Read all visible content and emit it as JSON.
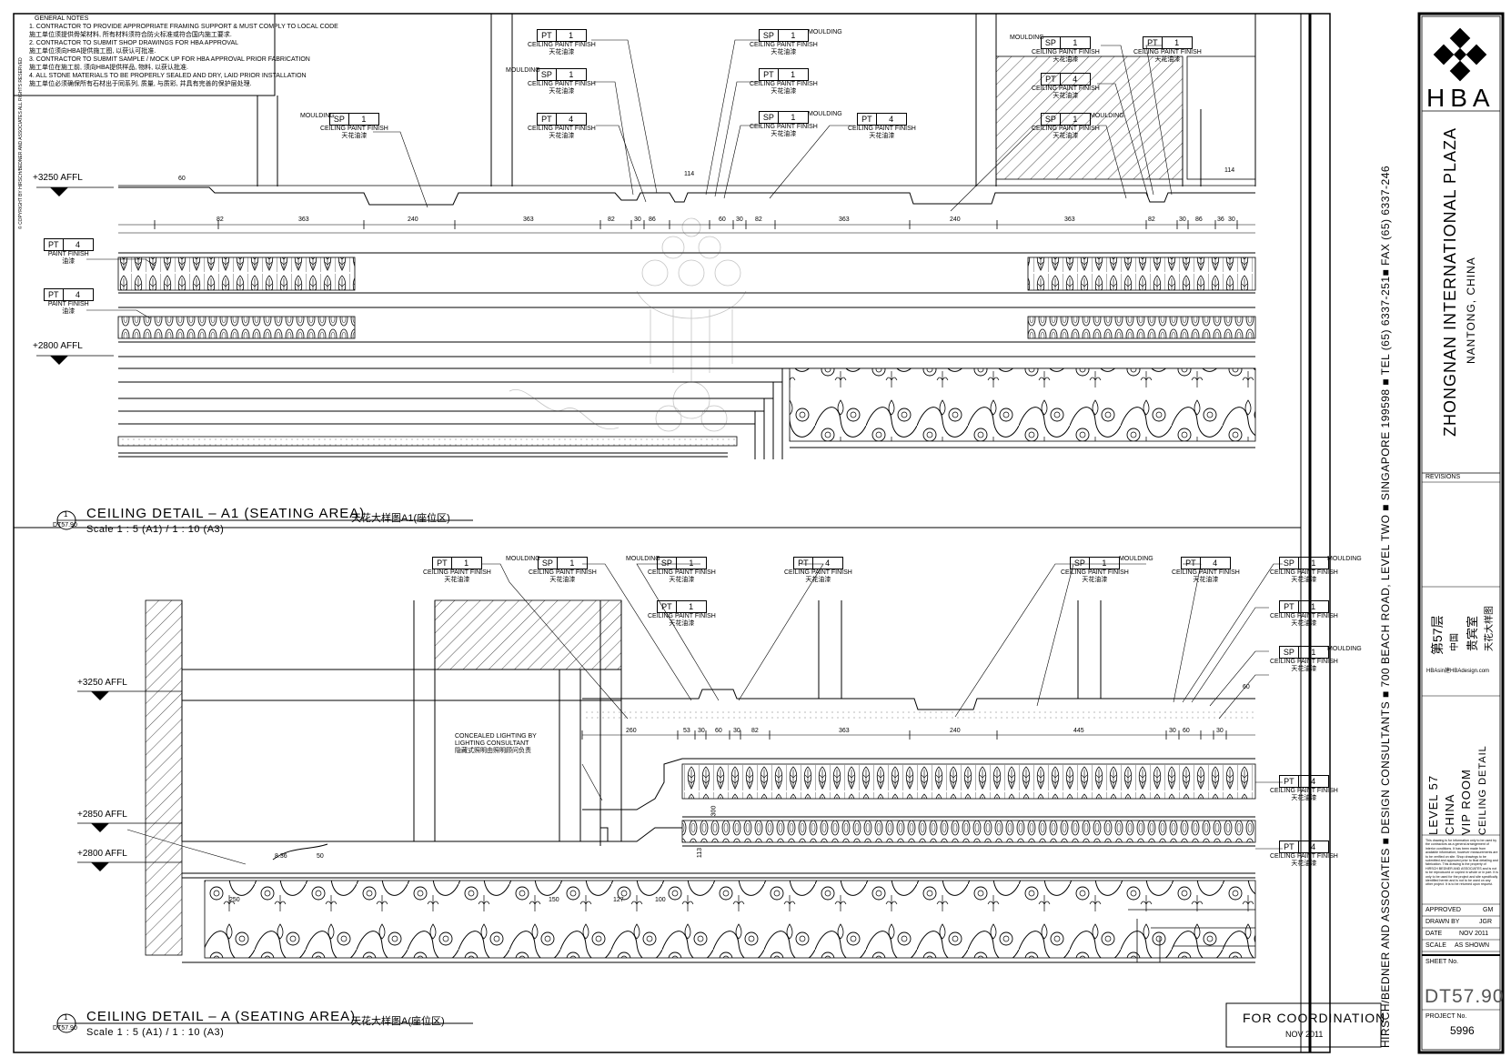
{
  "general_notes": {
    "heading": "GENERAL NOTES",
    "lines": [
      "1.  CONTRACTOR TO PROVIDE APPROPRIATE FRAMING SUPPORT & MUST COMPLY TO LOCAL CODE",
      "施工单位须提供骨架材料, 所有材料须符合防火标准或符合国内施工要求.",
      "2.  CONTRACTOR TO SUBMIT SHOP DRAWINGS FOR HBA APPROVAL",
      "施工单位须向HBA提供施工图, 以获认可批准.",
      "3.  CONTRACTOR TO SUBMIT SAMPLE / MOCK UP FOR HBA APPROVAL PRIOR FABRICATION",
      "施工单位在施工前, 须向HBA提供样品, 物料, 以获认批准.",
      "4.  ALL STONE MATERIALS TO BE PROPERLY SEALED AND DRY, LAID PRIOR INSTALLATION",
      "施工单位必须确保所有石材出于同系列, 质量, 与质彩, 并具有完善的保护层处理."
    ]
  },
  "copyright": "© COPYRIGHT BY HIRSCH/BEDNER AND ASSOCIATES ALL RIGHTS RESERVED",
  "details": [
    {
      "number": "1",
      "sheet_ref": "DT57.90",
      "title": "CEILING DETAIL  –  A1 (SEATING AREA)",
      "title_cn": "天花大样图A1(座位区)",
      "scale": "Scale 1 : 5 (A1) / 1 : 10 (A3)"
    },
    {
      "number": "1",
      "sheet_ref": "DT57.90",
      "title": "CEILING DETAIL  –  A (SEATING AREA)",
      "title_cn": "天花大样图A(座位区)",
      "scale": "Scale 1 : 5 (A1) / 1 : 10 (A3)"
    }
  ],
  "levels": {
    "l3250": "+3250  AFFL",
    "l2850": "+2850  AFFL",
    "l2800": "+2800  AFFL"
  },
  "tags": {
    "sp1_moulding": {
      "code": "SP",
      "num": "1",
      "side": "MOULDING",
      "en": "CEILING PAINT FINISH",
      "cn": "天花油漆"
    },
    "pt1": {
      "code": "PT",
      "num": "1",
      "en": "CEILING PAINT FINISH",
      "cn": "天花油漆"
    },
    "pt4": {
      "code": "PT",
      "num": "4",
      "en": "CEILING PAINT FINISH",
      "cn": "天花油漆"
    },
    "pt4_paint": {
      "code": "PT",
      "num": "4",
      "en": "PAINT FINISH",
      "cn": "油漆"
    },
    "moulding": "MOULDING"
  },
  "dims_top": [
    "82",
    "363",
    "240",
    "363",
    "82",
    "30",
    "86",
    "60",
    "30",
    "82",
    "363",
    "240",
    "363",
    "82",
    "30",
    "86",
    "36",
    "30"
  ],
  "dims_top_upper": [
    "60",
    "114",
    "114"
  ],
  "dims_bottom": [
    "260",
    "53",
    "30",
    "60",
    "30",
    "82",
    "363",
    "240",
    "445",
    "30",
    "60",
    "30"
  ],
  "dims_misc": [
    "300",
    "113",
    "250",
    "150",
    "127",
    "100",
    "50",
    "60",
    "8.36"
  ],
  "concealed_lighting": {
    "en1": "CONCEALED LIGHTING BY",
    "en2": "LIGHTING CONSULTANT",
    "cn": "隐藏式照明由照明顾问负责"
  },
  "coordination": {
    "label": "FOR COORDINATION",
    "date": "NOV 2011"
  },
  "address_strip": "HIRSCH/BEDNER AND ASSOCIATES  ■  DESIGN CONSULTANTS  ■  700 BEACH ROAD, LEVEL TWO  ■  SINGAPORE 199598  ■  TEL (65) 6337-251■  FAX (65) 6337-246",
  "title_block": {
    "logo": "HBA",
    "project": "ZHONGNAN INTERNATIONAL PLAZA",
    "location": "NANTONG, CHINA",
    "revisions": "REVISIONS",
    "cn_level": "第57层",
    "cn_country": "中国",
    "cn_room": "贵宾室",
    "cn_detail": "天花大样图",
    "email": "HBAsin建HBAdesign.com",
    "en_level": "LEVEL 57",
    "en_country": "CHINA",
    "en_room": "VIP ROOM",
    "en_detail": "CEILING DETAIL",
    "disclaimer": "This drawing is for information only to be used by the contractors as a general arrangement of interior conditions. It has been made from available information; however measurements are to be verified on site. Shop drawings to be submitted and approved prior to final detailing and fabrication. This drawing is the property of HIRSCH BEDNER AND ASSOCIATES and is not to be reproduced or copied in whole or in part. It is only to be used for the project and site specifically identified herein and is not to be used on any other project. It is to be returned upon request.",
    "approved_label": "APPROVED",
    "approved": "GM",
    "drawn_label": "DRAWN BY",
    "drawn": "JGR",
    "date_label": "DATE",
    "date": "NOV 2011",
    "scale_label": "SCALE",
    "scale": "AS SHOWN",
    "sheet_label": "SHEET No.",
    "sheet": "DT57.90",
    "project_label": "PROJECT No.",
    "project_no": "5996"
  }
}
